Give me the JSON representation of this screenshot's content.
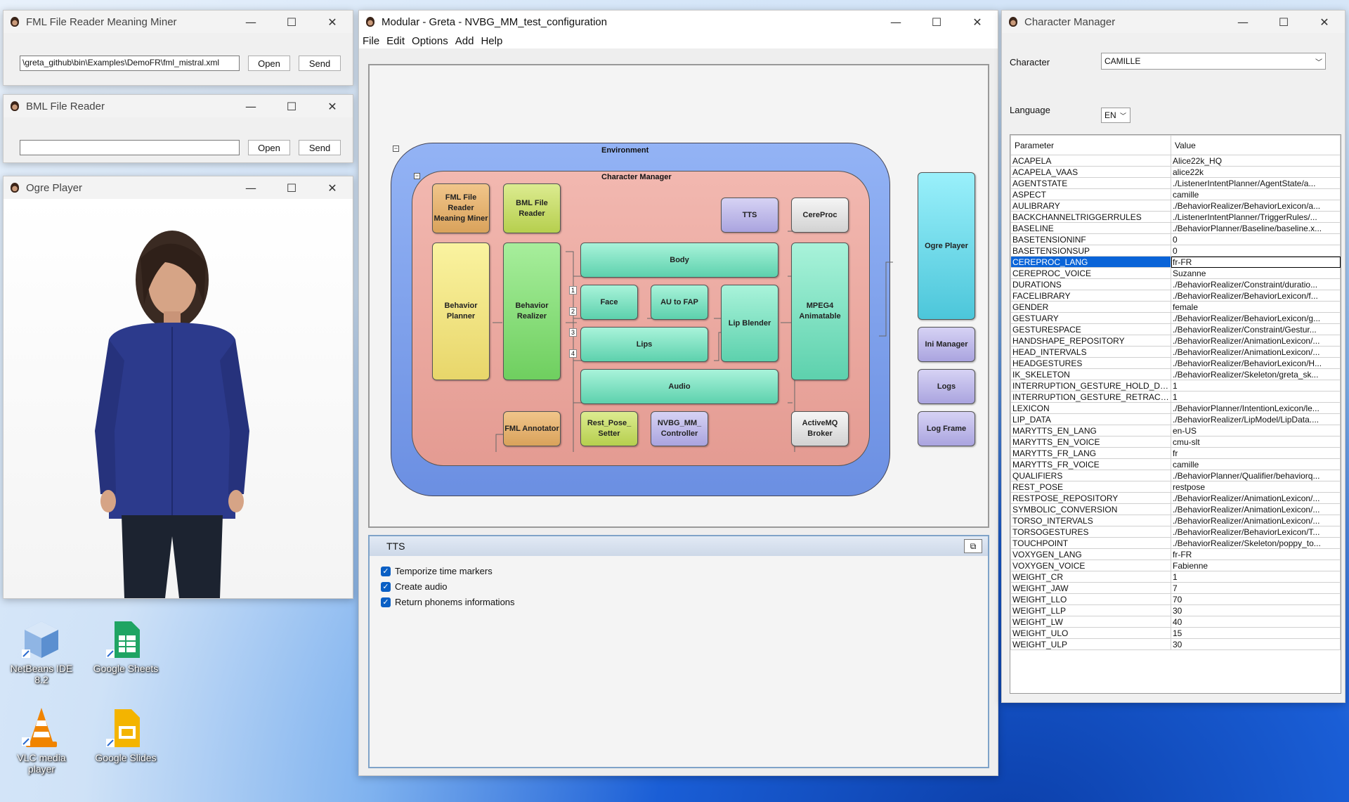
{
  "fml_window": {
    "title": "FML File Reader Meaning Miner",
    "path": "\\greta_github\\bin\\Examples\\DemoFR\\fml_mistral.xml",
    "open": "Open",
    "send": "Send"
  },
  "bml_window": {
    "title": "BML File Reader",
    "path": "",
    "open": "Open",
    "send": "Send"
  },
  "ogre_window": {
    "title": "Ogre Player"
  },
  "main_window": {
    "title": "Modular - Greta - NVBG_MM_test_configuration",
    "menu": [
      "File",
      "Edit",
      "Options",
      "Add",
      "Help"
    ],
    "diagram": {
      "environment": "Environment",
      "character_manager": "Character Manager",
      "collapse": "−",
      "modules": {
        "fml_reader": "FML File Reader Meaning Miner",
        "bml_reader": "BML File Reader",
        "tts": "TTS",
        "cereproc": "CereProc",
        "behavior_planner": "Behavior Planner",
        "behavior_realizer": "Behavior Realizer",
        "body": "Body",
        "face": "Face",
        "au_to_fap": "AU to FAP",
        "lips": "Lips",
        "lip_blender": "Lip Blender",
        "audio": "Audio",
        "mpeg4": "MPEG4 Animatable",
        "fml_annotator": "FML Annotator",
        "rest_pose": "Rest_Pose_ Setter",
        "nvbg": "NVBG_MM_ Controller",
        "activemq": "ActiveMQ Broker",
        "ogre_player": "Ogre Player",
        "ini_manager": "Ini Manager",
        "logs": "Logs",
        "log_frame": "Log Frame"
      },
      "ports": [
        "1",
        "2",
        "3",
        "4"
      ]
    },
    "tts_panel": {
      "title": "TTS",
      "options": [
        "Temporize time markers",
        "Create audio",
        "Return phonems informations"
      ]
    }
  },
  "char_window": {
    "title": "Character Manager",
    "character_label": "Character",
    "character_value": "CAMILLE",
    "language_label": "Language",
    "language_value": "EN",
    "col_param": "Parameter",
    "col_value": "Value",
    "rows": [
      [
        "ACAPELA",
        "Alice22k_HQ"
      ],
      [
        "ACAPELA_VAAS",
        "alice22k"
      ],
      [
        "AGENTSTATE",
        "./ListenerIntentPlanner/AgentState/a..."
      ],
      [
        "ASPECT",
        "camille"
      ],
      [
        "AULIBRARY",
        "./BehaviorRealizer/BehaviorLexicon/a..."
      ],
      [
        "BACKCHANNELTRIGGERRULES",
        "./ListenerIntentPlanner/TriggerRules/..."
      ],
      [
        "BASELINE",
        "./BehaviorPlanner/Baseline/baseline.x..."
      ],
      [
        "BASETENSIONINF",
        "0"
      ],
      [
        "BASETENSIONSUP",
        "0"
      ],
      [
        "CEREPROC_LANG",
        "fr-FR"
      ],
      [
        "CEREPROC_VOICE",
        "Suzanne"
      ],
      [
        "DURATIONS",
        "./BehaviorRealizer/Constraint/duratio..."
      ],
      [
        "FACELIBRARY",
        "./BehaviorRealizer/BehaviorLexicon/f..."
      ],
      [
        "GENDER",
        "female"
      ],
      [
        "GESTUARY",
        "./BehaviorRealizer/BehaviorLexicon/g..."
      ],
      [
        "GESTURESPACE",
        "./BehaviorRealizer/Constraint/Gestur..."
      ],
      [
        "HANDSHAPE_REPOSITORY",
        "./BehaviorRealizer/AnimationLexicon/..."
      ],
      [
        "HEAD_INTERVALS",
        "./BehaviorRealizer/AnimationLexicon/..."
      ],
      [
        "HEADGESTURES",
        "./BehaviorRealizer/BehaviorLexicon/H..."
      ],
      [
        "IK_SKELETON",
        "./BehaviorRealizer/Skeleton/greta_sk..."
      ],
      [
        "INTERRUPTION_GESTURE_HOLD_DUR",
        "1"
      ],
      [
        "INTERRUPTION_GESTURE_RETRACT...",
        "1"
      ],
      [
        "LEXICON",
        "./BehaviorPlanner/IntentionLexicon/le..."
      ],
      [
        "LIP_DATA",
        "./BehaviorRealizer/LipModel/LipData...."
      ],
      [
        "MARYTTS_EN_LANG",
        "en-US"
      ],
      [
        "MARYTTS_EN_VOICE",
        "cmu-slt"
      ],
      [
        "MARYTTS_FR_LANG",
        "fr"
      ],
      [
        "MARYTTS_FR_VOICE",
        "camille"
      ],
      [
        "QUALIFIERS",
        "./BehaviorPlanner/Qualifier/behaviorq..."
      ],
      [
        "REST_POSE",
        "restpose"
      ],
      [
        "RESTPOSE_REPOSITORY",
        "./BehaviorRealizer/AnimationLexicon/..."
      ],
      [
        "SYMBOLIC_CONVERSION",
        "./BehaviorRealizer/AnimationLexicon/..."
      ],
      [
        "TORSO_INTERVALS",
        "./BehaviorRealizer/AnimationLexicon/..."
      ],
      [
        "TORSOGESTURES",
        "./BehaviorRealizer/BehaviorLexicon/T..."
      ],
      [
        "TOUCHPOINT",
        "./BehaviorRealizer/Skeleton/poppy_to..."
      ],
      [
        "VOXYGEN_LANG",
        "fr-FR"
      ],
      [
        "VOXYGEN_VOICE",
        "Fabienne"
      ],
      [
        "WEIGHT_CR",
        "1"
      ],
      [
        "WEIGHT_JAW",
        "7"
      ],
      [
        "WEIGHT_LLO",
        "70"
      ],
      [
        "WEIGHT_LLP",
        "30"
      ],
      [
        "WEIGHT_LW",
        "40"
      ],
      [
        "WEIGHT_ULO",
        "15"
      ],
      [
        "WEIGHT_ULP",
        "30"
      ]
    ],
    "selected_row": "CEREPROC_LANG"
  },
  "desktop_icons": [
    {
      "label": "NetBeans IDE 8.2",
      "icon": "netbeans-icon"
    },
    {
      "label": "Google Sheets",
      "icon": "google-sheets-icon"
    },
    {
      "label": "VLC media player",
      "icon": "vlc-icon"
    },
    {
      "label": "Google Slides",
      "icon": "google-slides-icon"
    }
  ],
  "window_controls": {
    "minimize": "—",
    "maximize": "☐",
    "close": "✕"
  }
}
